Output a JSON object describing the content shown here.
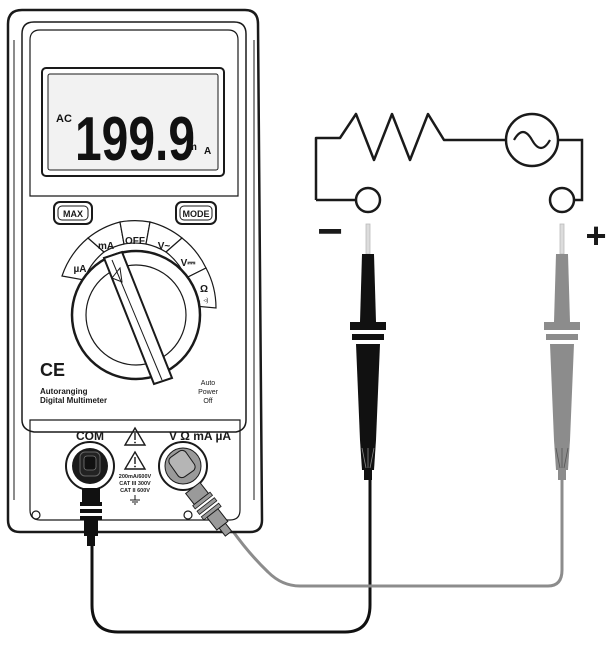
{
  "display": {
    "reading": "199.9",
    "left_label": "AC",
    "unit_prefix": "m",
    "unit": "A"
  },
  "buttons": {
    "max": "MAX",
    "mode": "MODE"
  },
  "dial": {
    "positions": [
      "µA",
      "mA",
      "OFF",
      "V~",
      "V⎓",
      "Ω"
    ],
    "selected": "mA",
    "sub_symbols": "→ ◃)"
  },
  "branding": {
    "ce_mark": "CE",
    "line1": "Autoranging",
    "line2": "Digital Multimeter",
    "auto_power_off": [
      "Auto",
      "Power",
      "Off"
    ]
  },
  "jacks": {
    "com_label": "COM",
    "input_label": "V Ω mA µA",
    "ratings": [
      "200mA/600V",
      "CAT III 300V",
      "CAT II 600V"
    ],
    "warning_icon": "warning-triangle-icon",
    "ground_icon": "ground-icon"
  },
  "circuit": {
    "negative_label": "−",
    "positive_label": "+",
    "components": [
      "resistor-icon",
      "ac-source-icon"
    ]
  },
  "colors": {
    "meter_body": "#ffffff",
    "outline": "#1a1a1a",
    "black_lead": "#111111",
    "red_lead": "#8c8c8c",
    "lcd_face": "#f2f2f2"
  }
}
